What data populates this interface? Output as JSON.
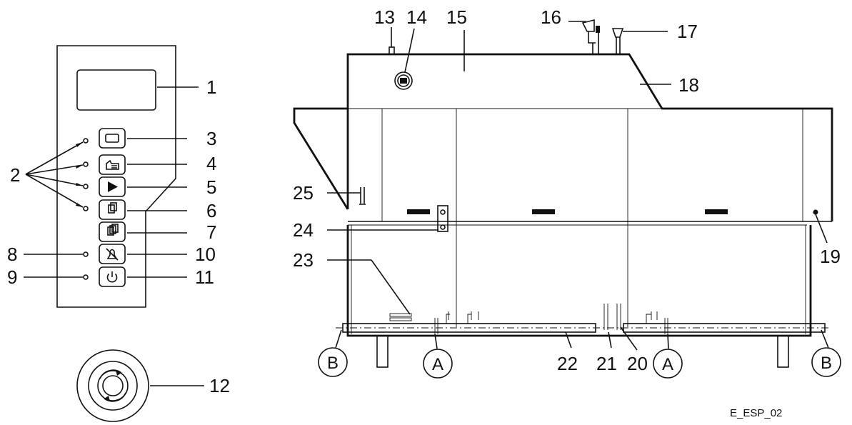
{
  "labels": {
    "l1": "1",
    "l2": "2",
    "l3": "3",
    "l4": "4",
    "l5": "5",
    "l6": "6",
    "l7": "7",
    "l8": "8",
    "l9": "9",
    "l10": "10",
    "l11": "11",
    "l12": "12",
    "l13": "13",
    "l14": "14",
    "l15": "15",
    "l16": "16",
    "l17": "17",
    "l18": "18",
    "l19": "19",
    "l20": "20",
    "l21": "21",
    "l22": "22",
    "l23": "23",
    "l24": "24",
    "l25": "25"
  },
  "markers": {
    "a": "A",
    "b": "B"
  },
  "figure_code": "E_ESP_02",
  "panel_buttons": [
    {
      "name": "button-3",
      "icon": "rectangle-icon"
    },
    {
      "name": "button-4",
      "icon": "hand-icon"
    },
    {
      "name": "button-5",
      "icon": "play-icon"
    },
    {
      "name": "button-6",
      "icon": "pages-single-icon"
    },
    {
      "name": "button-7",
      "icon": "pages-double-icon"
    },
    {
      "name": "button-10",
      "icon": "alarm-mute-icon"
    },
    {
      "name": "button-11",
      "icon": "power-icon"
    }
  ]
}
